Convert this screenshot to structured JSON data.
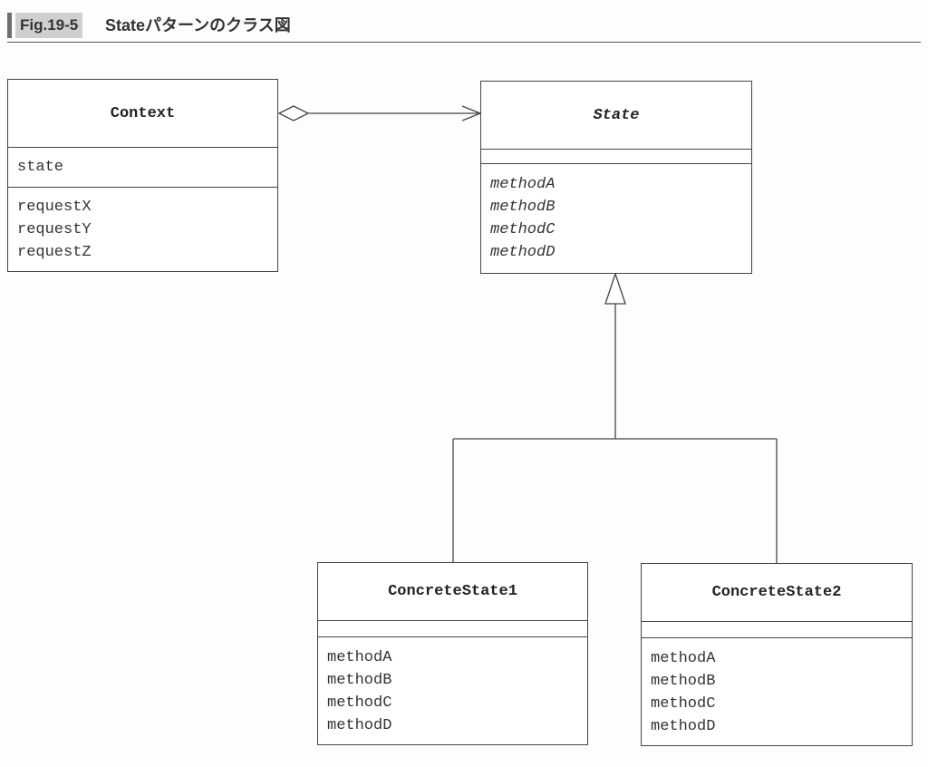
{
  "figure": {
    "label": "Fig.19-5",
    "title": "Stateパターンのクラス図"
  },
  "classes": {
    "context": {
      "name": "Context",
      "attributes": [
        "state"
      ],
      "methods": [
        "requestX",
        "requestY",
        "requestZ"
      ]
    },
    "state": {
      "name": "State",
      "abstract": true,
      "attributes": [],
      "methods": [
        "methodA",
        "methodB",
        "methodC",
        "methodD"
      ]
    },
    "concrete1": {
      "name": "ConcreteState1",
      "attributes": [],
      "methods": [
        "methodA",
        "methodB",
        "methodC",
        "methodD"
      ]
    },
    "concrete2": {
      "name": "ConcreteState2",
      "attributes": [],
      "methods": [
        "methodA",
        "methodB",
        "methodC",
        "methodD"
      ]
    }
  },
  "relations": [
    {
      "type": "aggregation",
      "from": "Context",
      "to": "State"
    },
    {
      "type": "generalization",
      "from": "ConcreteState1",
      "to": "State"
    },
    {
      "type": "generalization",
      "from": "ConcreteState2",
      "to": "State"
    }
  ],
  "colors": {
    "line": "#444444",
    "header_tab": "#cfcfcf"
  }
}
